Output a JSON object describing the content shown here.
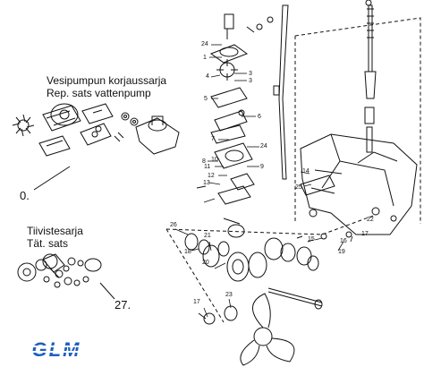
{
  "kits": {
    "water_pump_fi": "Vesipumpun korjaussarja",
    "water_pump_sv": "Rep. sats vattenpump",
    "water_pump_num": "0.",
    "gasket_fi": "Tiivistesarja",
    "gasket_sv": "Tät. sats",
    "gasket_num": "27."
  },
  "callouts": [
    "24",
    "1",
    "4",
    "3",
    "3",
    "5",
    "6",
    "7",
    "24",
    "8",
    "11",
    "12",
    "10",
    "9",
    "13",
    "14",
    "25",
    "26",
    "21",
    "18",
    "20",
    "19",
    "15",
    "16",
    "17",
    "17",
    "23",
    "22"
  ],
  "logo": {
    "text": "GLM",
    "color": "#1f5fbf"
  }
}
